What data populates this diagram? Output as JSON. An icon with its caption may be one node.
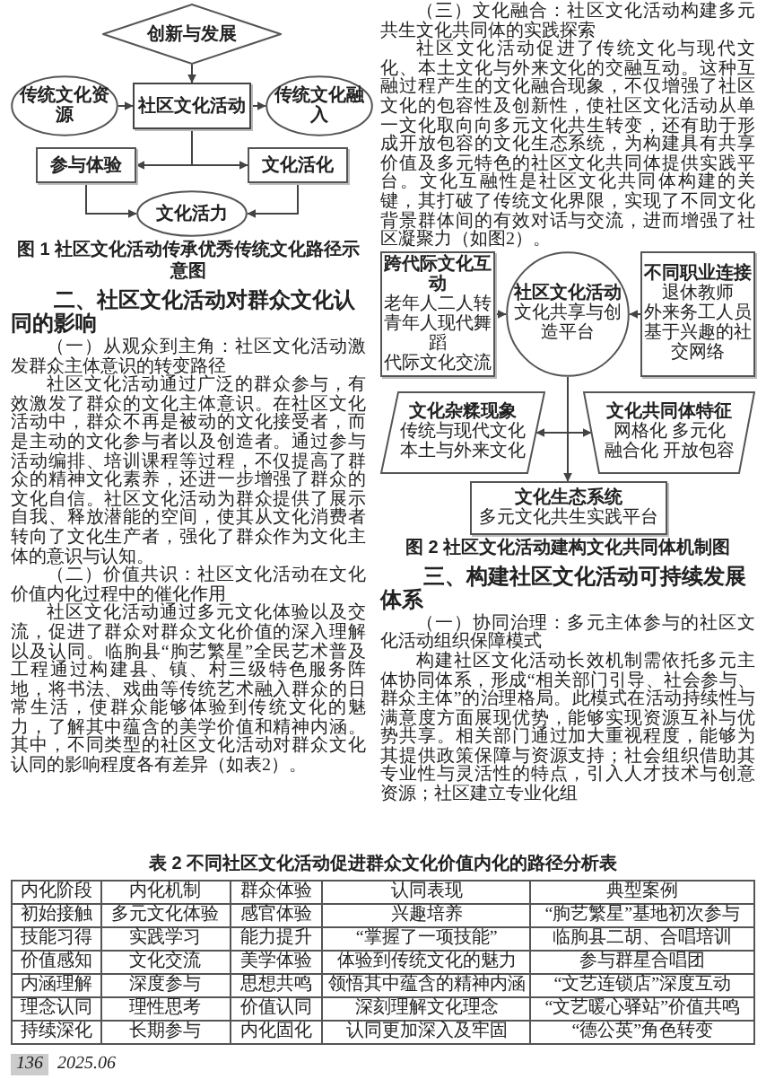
{
  "diagram": {
    "nodes": [
      {
        "text": [
          "创新与发展"
        ]
      },
      {
        "text": [
          "社区文化活动"
        ]
      },
      {
        "text": [
          "传统文化资源"
        ]
      },
      {
        "text": [
          "传统文化融入"
        ]
      },
      {
        "text": [
          "参与体验"
        ]
      },
      {
        "text": [
          "文化活化"
        ]
      },
      {
        "text": [
          "文化活力"
        ]
      },
      {
        "text": [
          "跨代际文化互动",
          "老年人二人转",
          "青年人现代舞蹈",
          "代际文化交流"
        ]
      },
      {
        "text": [
          "社区文化活动",
          "文化共享与创造平台"
        ]
      },
      {
        "text": [
          "不同职业连接",
          "退休教师",
          "外来务工人员",
          "基于兴趣的社交网络"
        ]
      },
      {
        "text": [
          "文化杂糅现象",
          "传统与现代文化",
          "本土与外来文化"
        ]
      },
      {
        "text": [
          "文化共同体特征",
          "网格化 多元化",
          "融合化 开放包容"
        ]
      },
      {
        "text": [
          "文化生态系统",
          "多元文化共生实践平台"
        ]
      }
    ],
    "edges": [
      {
        "from": 0,
        "to": 1,
        "arrow": "to"
      },
      {
        "from": 2,
        "to": 1,
        "arrow": "to"
      },
      {
        "from": 1,
        "to": 3,
        "arrow": "to"
      },
      {
        "from": 1,
        "to": 4,
        "arrow": "to"
      },
      {
        "from": 1,
        "to": 5,
        "arrow": "to"
      },
      {
        "from": 4,
        "to": 6,
        "arrow": "to"
      },
      {
        "from": 5,
        "to": 6,
        "arrow": "to"
      },
      {
        "from": 7,
        "to": 8,
        "arrow": "to"
      },
      {
        "from": 9,
        "to": 8,
        "arrow": "to"
      },
      {
        "from": 8,
        "to": 12,
        "arrow": "to"
      },
      {
        "from": 10,
        "to": 11,
        "arrow": "both"
      }
    ],
    "labels": [
      "图 1 社区文化活动传承优秀传统文化路径示意图",
      "二、社区文化活动对群众文化认同的影响",
      "（一）从观众到主角：社区文化活动激发群众主体意识的转变路径",
      "社区文化活动通过广泛的群众参与，有效激发了群众的文化主体意识。在社区文化活动中，群众不再是被动的文化接受者，而是主动的文化参与者以及创造者。通过参与活动编排、培训课程等过程，不仅提高了群众的精神文化素养，还进一步增强了群众的文化自信。社区文化活动为群众提供了展示自我、释放潜能的空间，使其从文化消费者转向了文化生产者，强化了群众作为文化主体的意识与认知。",
      "（二）价值共识：社区文化活动在文化价值内化过程中的催化作用",
      "社区文化活动通过多元文化体验以及交流，促进了群众对群众文化价值的深入理解以及认同。临朐县“朐艺繁星”全民艺术普及工程通过构建县、镇、村三级特色服务阵地，将书法、戏曲等传统艺术融入群众的日常生活，使群众能够体验到传统文化的魅力，了解其中蕴含的美学价值和精神内涵。其中，不同类型的社区文化活动对群众文化认同的影响程度各有差异（如表2）。",
      "（三）文化融合：社区文化活动构建多元共生文化共同体的实践探索",
      "社区文化活动促进了传统文化与现代文化、本土文化与外来文化的交融互动。这种互融过程产生的文化融合现象，不仅增强了社区文化的包容性及创新性，使社区文化活动从单一文化取向向多元文化共生转变，还有助于形成开放包容的文化生态系统，为构建具有共享价值及多元特色的社区文化共同体提供实践平台。文化互融性是社区文化共同体构建的关键，其打破了传统文化界限，实现了不同文化背景群体间的有效对话与交流，进而增强了社区凝聚力（如图2）。",
      "图 2 社区文化活动建构文化共同体机制图",
      "三、构建社区文化活动可持续发展体系",
      "（一）协同治理：多元主体参与的社区文化活动组织保障模式",
      "构建社区文化活动长效机制需依托多元主体协同体系，形成“相关部门引导、社会参与、群众主体”的治理格局。此模式在活动持续性与满意度方面展现优势，能够实现资源互补与优势共享。相关部门通过加大重视程度，能够为其提供政策保障与资源支持；社会组织借助其专业性与灵活性的特点，引入人才技术与创意资源；社区建立专业化组",
      "表 2 不同社区文化活动促进群众文化价值内化的路径分析表",
      "内化阶段",
      "内化机制",
      "群众体验",
      "认同表现",
      "典型案例",
      "初始接触",
      "多元文化体验",
      "感官体验",
      "兴趣培养",
      "“朐艺繁星”基地初次参与",
      "技能习得",
      "实践学习",
      "能力提升",
      "“掌握了一项技能”",
      "临朐县二胡、合唱培训",
      "价值感知",
      "文化交流",
      "美学体验",
      "体验到传统文化的魅力",
      "参与群星合唱团",
      "内涵理解",
      "深度参与",
      "思想共鸣",
      "领悟其中蕴含的精神内涵",
      "“文艺连锁店”深度互动",
      "理念认同",
      "理性思考",
      "价值认同",
      "深刻理解文化理念",
      "“文艺暖心驿站”价值共鸣",
      "持续深化",
      "长期参与",
      "内化固化",
      "认同更加深入及牢固",
      "“德公英”角色转变",
      "136",
      "2025.06"
    ]
  }
}
